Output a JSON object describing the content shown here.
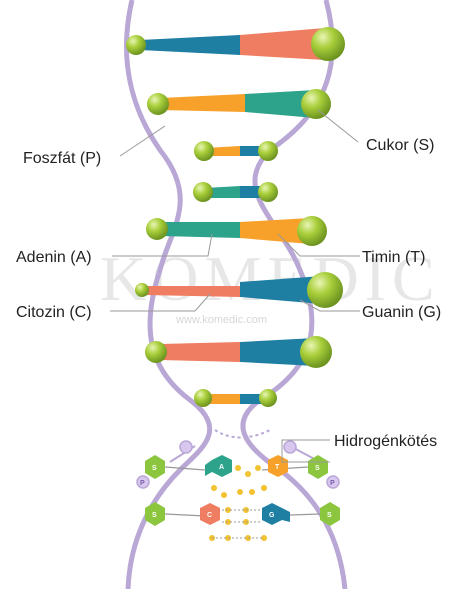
{
  "labels": {
    "phosphate": "Foszfát (P)",
    "sugar": "Cukor (S)",
    "adenine": "Adenin (A)",
    "thymine": "Timin (T)",
    "cytosine": "Citozin (C)",
    "guanine": "Guanin (G)",
    "hydrogen_bonds": "Hidrogénkötés"
  },
  "watermark": {
    "brand": "KOMEDIC",
    "url": "www.komedic.com"
  },
  "structure_letters": {
    "sugar": "S",
    "phosphate": "P",
    "adenine": "A",
    "thymine": "T",
    "cytosine": "C",
    "guanine": "G"
  },
  "colors": {
    "backbone": "#b9a7d6",
    "adenine": "#2ea38c",
    "thymine": "#f7a12a",
    "cytosine": "#ef7d62",
    "guanine": "#1f7fa3",
    "sphere": "#a9cf3b",
    "sugar_hex": "#8cc63f",
    "bond": "#f2c230"
  }
}
